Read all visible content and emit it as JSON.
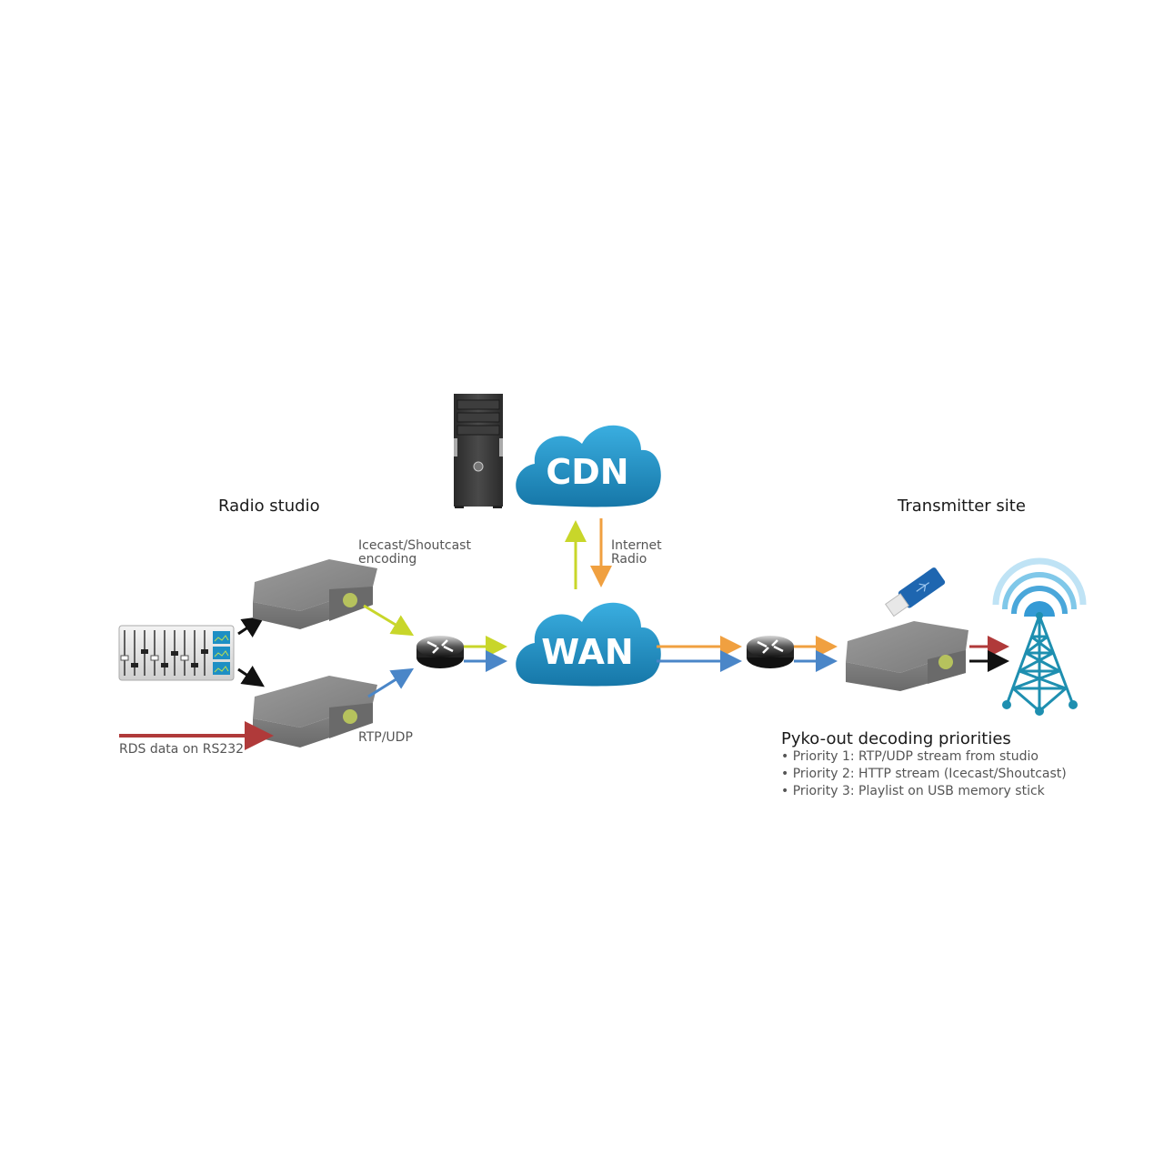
{
  "sections": {
    "studio": "Radio studio",
    "transmitter": "Transmitter site"
  },
  "clouds": {
    "cdn": "CDN",
    "wan": "WAN"
  },
  "labels": {
    "icecast_line1": "Icecast/Shoutcast",
    "icecast_line2": "encoding",
    "rtp": "RTP/UDP",
    "rds": "RDS data on RS232",
    "internet_line1": "Internet",
    "internet_line2": "Radio"
  },
  "priorities": {
    "title": "Pyko-out decoding priorities",
    "items": [
      "• Priority 1: RTP/UDP stream from studio",
      "• Priority 2: HTTP stream (Icecast/Shoutcast)",
      "• Priority 3: Playlist on USB memory stick"
    ]
  },
  "colors": {
    "cloud": "#1f8fc4",
    "icecast_stream": "#c8d62a",
    "rtp_stream": "#4a86c8",
    "internet_radio": "#f0a040",
    "rds": "#b03a3a",
    "tower": "#1e8fb0"
  }
}
